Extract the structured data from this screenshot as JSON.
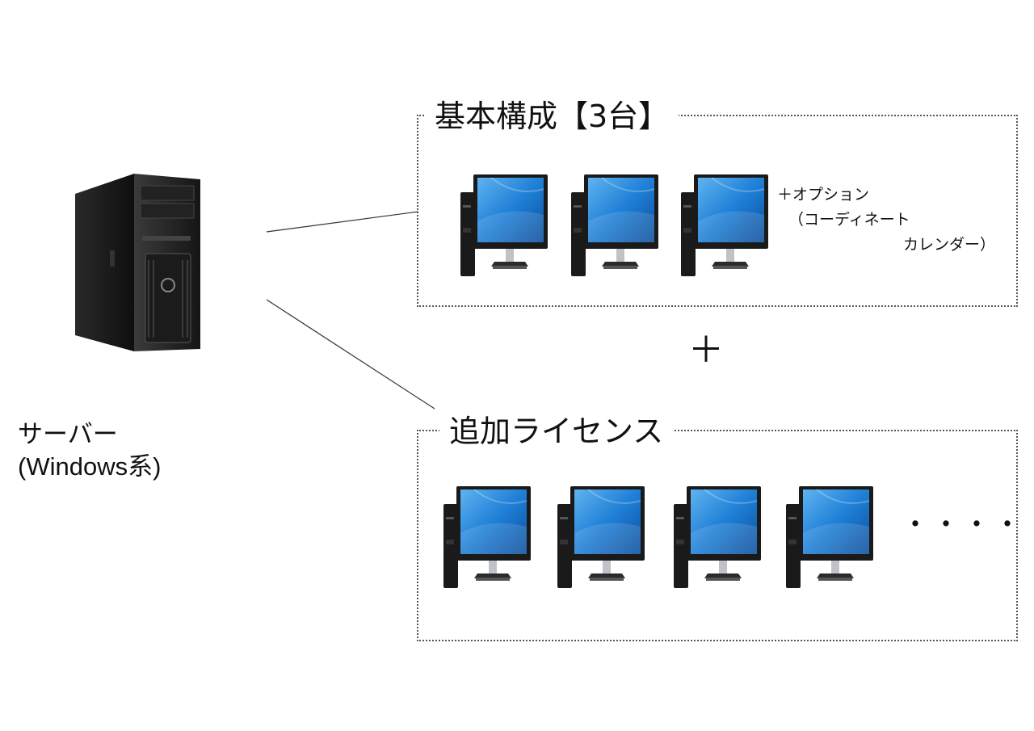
{
  "server": {
    "label_line1": "サーバー",
    "label_line2": "(Windows系)",
    "icon": "tower-server-icon"
  },
  "basic_group": {
    "title": "基本構成【3台】",
    "workstation_count": 3,
    "workstation_icon": "desktop-pc-icon",
    "option_line1": "＋オプション",
    "option_line2": "（コーディネート",
    "option_line3": "カレンダー）"
  },
  "plus_symbol": "＋",
  "additional_group": {
    "title": "追加ライセンス",
    "workstation_count": 4,
    "workstation_icon": "desktop-pc-icon",
    "more_indicator": "・・・・"
  },
  "colors": {
    "screen_blue": "#1f7fd6",
    "bezel_black": "#1a1a1a",
    "stand_silver": "#bfc3c7"
  }
}
